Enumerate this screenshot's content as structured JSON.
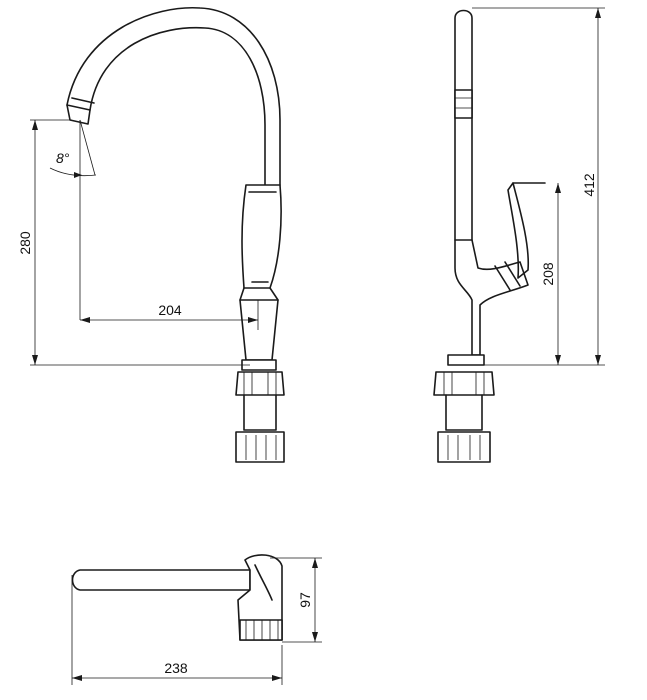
{
  "dimensions": {
    "spout_height": "280",
    "spout_reach": "204",
    "spout_angle": "8°",
    "total_height": "412",
    "handle_height": "208",
    "top_view_depth": "97",
    "top_view_length": "238"
  }
}
